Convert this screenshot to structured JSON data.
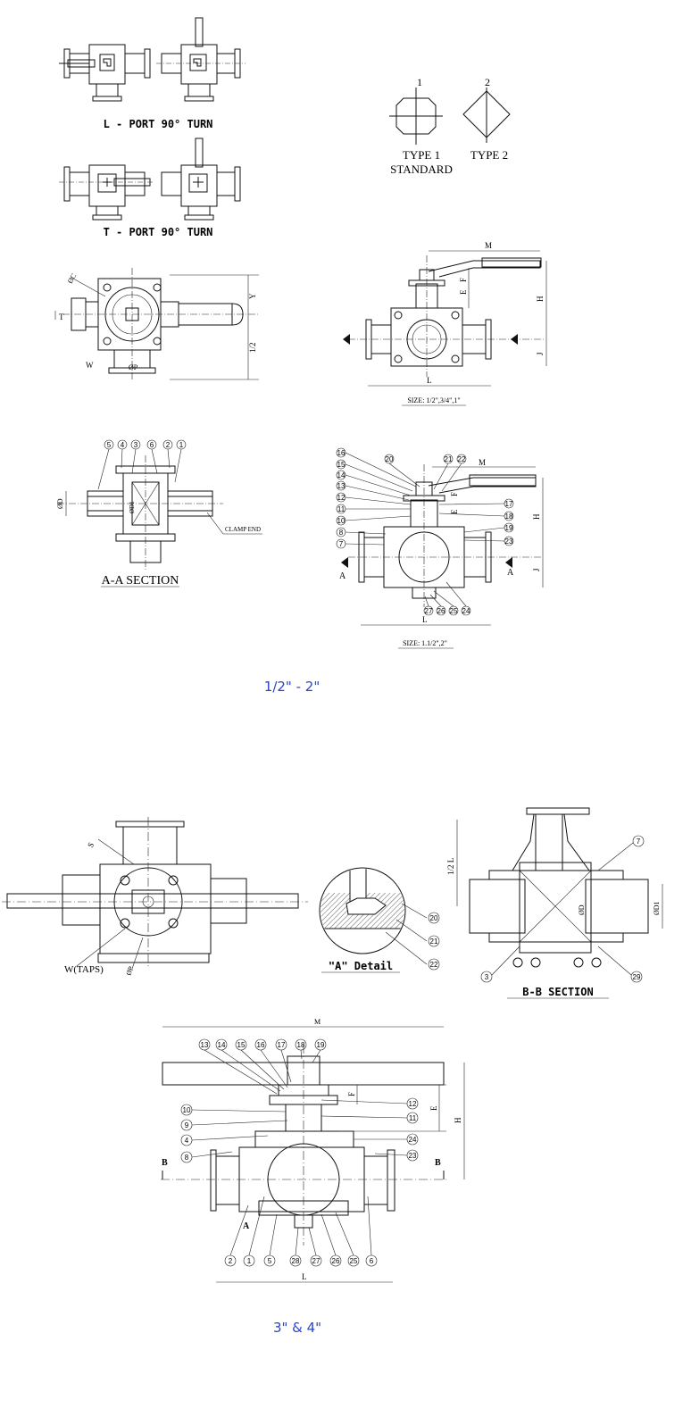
{
  "upper": {
    "l_port": "L - PORT 90° TURN",
    "t_port": "T - PORT 90° TURN",
    "type1": "TYPE 1",
    "type1_sub": "STANDARD",
    "type2": "TYPE 2",
    "type1_num": "1",
    "type2_num": "2",
    "a_section": "A-A SECTION",
    "clamp_end": "CLAMP END",
    "size_small": "SIZE: 1/2\",3/4\",1\"",
    "size_mid": "SIZE: 1.1/2\",2\"",
    "dims": {
      "M": "M",
      "H": "H",
      "E": "E",
      "F": "F",
      "J": "J",
      "L": "L",
      "Y": "Y",
      "half_l": "1/2",
      "T": "T",
      "W": "W",
      "phiD": "ØD",
      "phiD1": "ØD1",
      "phiP": "ØP",
      "phiC": "ØC",
      "A": "A"
    },
    "range_label": "1/2\" - 2\""
  },
  "lower": {
    "w_taps": "W(TAPS)",
    "phiP": "ØP",
    "s": "S",
    "detail": "\"A\" Detail",
    "bb_section": "B-B SECTION",
    "half_l": "1/2 L",
    "phiD": "ØD",
    "phiD1": "ØD1",
    "dims": {
      "M": "M",
      "F": "F",
      "E": "E",
      "H": "H",
      "L": "L",
      "B": "B",
      "A": "A"
    },
    "range_label": "3\" & 4\""
  },
  "balloons_a_section": [
    "5",
    "4",
    "3",
    "6",
    "2",
    "1"
  ],
  "balloons_mid_left": [
    "16",
    "15",
    "14",
    "13",
    "12",
    "11",
    "10",
    "8",
    "7"
  ],
  "balloons_mid_top": [
    "20",
    "21",
    "22"
  ],
  "balloons_mid_right": [
    "17",
    "18",
    "19",
    "23"
  ],
  "balloons_mid_bottom": [
    "27",
    "26",
    "25",
    "24"
  ],
  "balloons_detail": [
    "20",
    "21",
    "22"
  ],
  "balloons_bb": [
    "7",
    "3",
    "29"
  ],
  "balloons_big_top": [
    "13",
    "14",
    "15",
    "16",
    "17",
    "18",
    "19"
  ],
  "balloons_big_left": [
    "10",
    "9",
    "4",
    "8"
  ],
  "balloons_big_right": [
    "12",
    "11",
    "24",
    "23"
  ],
  "balloons_big_bottom": [
    "2",
    "1",
    "5",
    "28",
    "27",
    "26",
    "25",
    "6"
  ]
}
